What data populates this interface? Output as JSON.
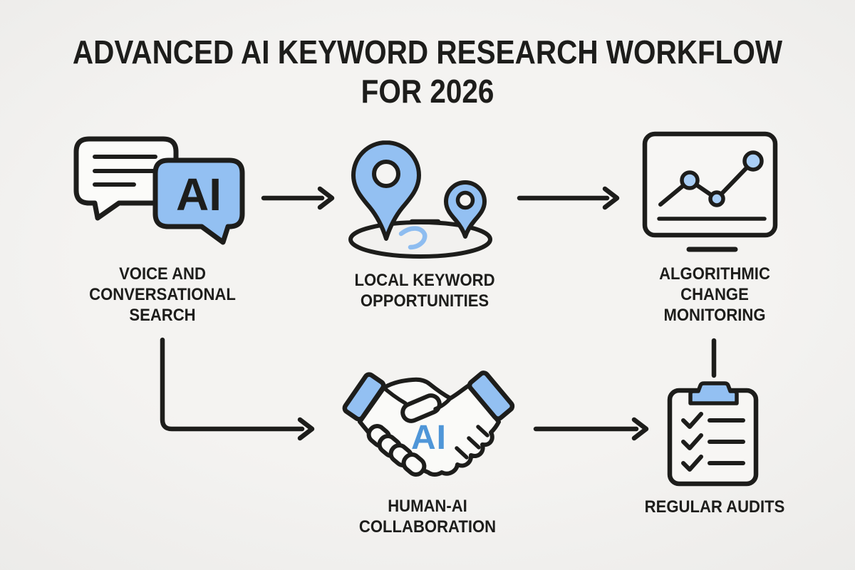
{
  "title": {
    "line1": "ADVANCED AI KEYWORD RESEARCH WORKFLOW",
    "line2": "FOR 2026"
  },
  "nodes": [
    {
      "label": "VOICE AND CONVERSATIONAL SEARCH",
      "icon": "chat-bubbles-ai-icon",
      "icon_text": "AI"
    },
    {
      "label": "LOCAL KEYWORD OPPORTUNITIES",
      "icon": "map-pins-icon"
    },
    {
      "label": "ALGORITHMIC CHANGE MONITORING",
      "icon": "monitor-trend-chart-icon"
    },
    {
      "label": "HUMAN-AI COLLABORATION",
      "icon": "handshake-icon",
      "icon_text": "AI"
    },
    {
      "label": "REGULAR AUDITS",
      "icon": "clipboard-checklist-icon"
    }
  ],
  "connections": [
    {
      "from": "VOICE AND CONVERSATIONAL SEARCH",
      "to": "LOCAL KEYWORD OPPORTUNITIES",
      "type": "arrow-right"
    },
    {
      "from": "LOCAL KEYWORD OPPORTUNITIES",
      "to": "ALGORITHMIC CHANGE MONITORING",
      "type": "arrow-right"
    },
    {
      "from": "VOICE AND CONVERSATIONAL SEARCH",
      "to": "HUMAN-AI COLLABORATION",
      "type": "elbow-arrow-down-right"
    },
    {
      "from": "HUMAN-AI COLLABORATION",
      "to": "REGULAR AUDITS",
      "type": "arrow-right"
    },
    {
      "from": "ALGORITHMIC CHANGE MONITORING",
      "to": "REGULAR AUDITS",
      "type": "line-down"
    }
  ],
  "colors": {
    "background": "#f2f1ef",
    "outline": "#1d1d1b",
    "accent_blue": "#93c0f2",
    "accent_blue_light": "#a9cef6",
    "ai_text_blue": "#4f96d8",
    "title_text": "#1d1d1b"
  }
}
